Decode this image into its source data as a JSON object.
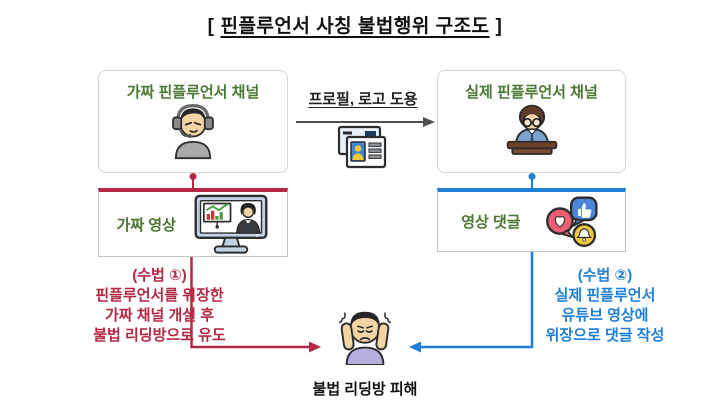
{
  "title": {
    "open": "[",
    "text": "핀플루언서 사칭 불법행위 구조도",
    "close": "]"
  },
  "nodes": {
    "fake_channel": {
      "label": "가짜 핀플루언서 채널",
      "icon": "headset-person-icon"
    },
    "real_channel": {
      "label": "실제 핀플루언서 채널",
      "icon": "desk-person-icon"
    },
    "fake_video": {
      "label": "가짜 영상",
      "icon": "monitor-presentation-icon"
    },
    "video_comment": {
      "label": "영상 댓글",
      "icon": "reaction-bubbles-icon"
    },
    "victim": {
      "label": "불법 리딩방 피해",
      "icon": "distressed-person-icon"
    }
  },
  "edges": {
    "impersonation": {
      "label": "프로필, 로고 도용",
      "icon": "id-cards-icon"
    },
    "method1": {
      "lines": [
        "(수법 ①)",
        "핀플루언서를 위장한",
        "가짜 채널 개설 후",
        "불법 리딩방으로 유도"
      ]
    },
    "method2": {
      "lines": [
        "(수법 ②)",
        "실제 핀플루언서",
        "유튜브 영상에",
        "위장으로 댓글 작성"
      ]
    }
  },
  "colors": {
    "label_green": "#4a7733",
    "method1_red": "#b52843",
    "method2_blue": "#1e7fd6",
    "arrow_gray": "#4f4f4f",
    "box_border": "#d6d6d6"
  }
}
